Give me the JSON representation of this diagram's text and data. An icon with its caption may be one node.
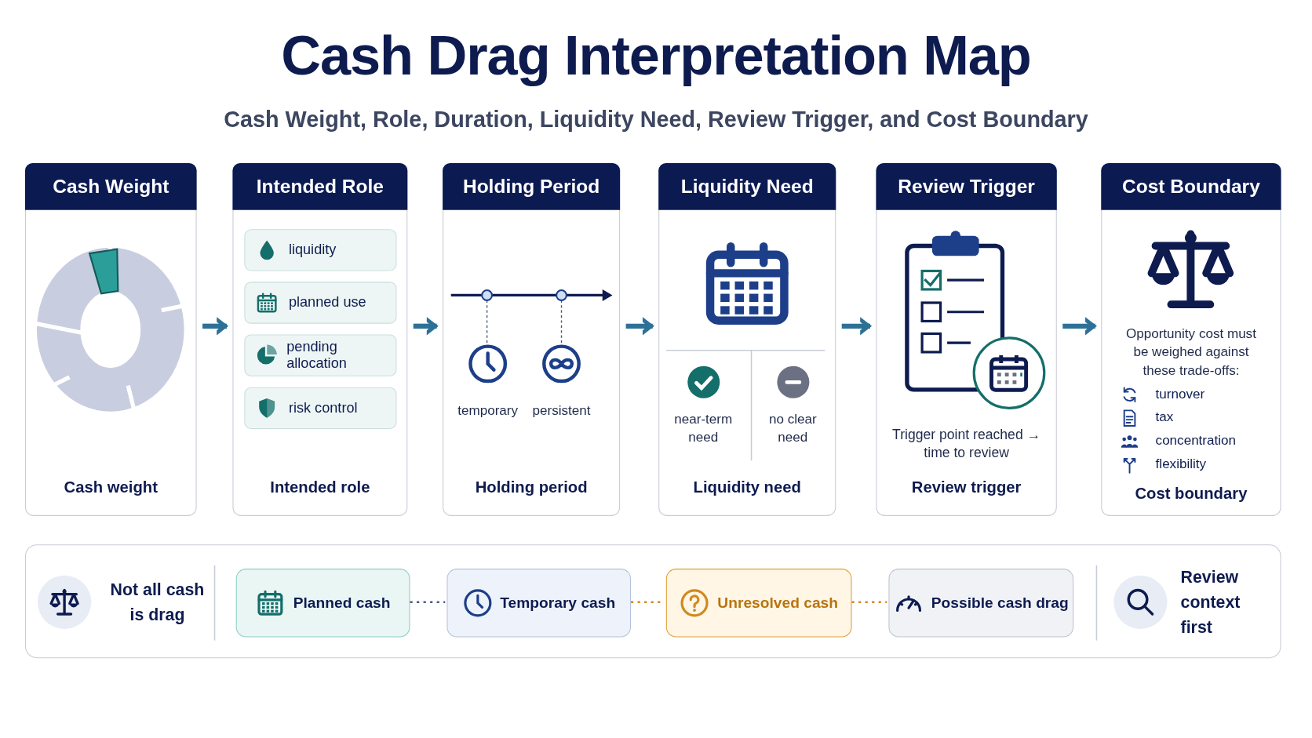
{
  "diagram": {
    "title": "Cash Drag Interpretation Map",
    "nodes": [
      {
        "text": [
          "Cash Weight",
          "Cash weight"
        ]
      },
      {
        "text": [
          "Intended Role",
          "Intended role"
        ]
      },
      {
        "text": [
          "liquidity"
        ],
        "in": 1
      },
      {
        "text": [
          "planned use"
        ],
        "in": 1
      },
      {
        "text": [
          "pending allocation"
        ],
        "in": 1
      },
      {
        "text": [
          "risk control"
        ],
        "in": 1
      },
      {
        "text": [
          "Holding Period",
          "Holding period"
        ]
      },
      {
        "text": [
          "temporary"
        ],
        "in": 6
      },
      {
        "text": [
          "persistent"
        ],
        "in": 6
      },
      {
        "text": [
          "Liquidity Need",
          "Liquidity need"
        ]
      },
      {
        "text": [
          "near-term need"
        ],
        "in": 9
      },
      {
        "text": [
          "no clear need"
        ],
        "in": 9
      },
      {
        "text": [
          "Review Trigger",
          "Trigger point reached → time to review",
          "Review trigger"
        ]
      },
      {
        "text": [
          "Cost Boundary",
          "Opportunity cost must be weighed against these trade-offs:",
          "turnover",
          "tax",
          "concentration",
          "flexibility",
          "Cost boundary"
        ]
      },
      {
        "text": [],
        "shape": "box"
      },
      {
        "text": [
          "Not all cash is drag"
        ],
        "in": 14
      },
      {
        "text": [
          "Planned cash"
        ],
        "in": 14
      },
      {
        "text": [
          "Temporary cash"
        ],
        "in": 14
      },
      {
        "text": [
          "Unresolved cash"
        ],
        "in": 14
      },
      {
        "text": [
          "Possible cash drag"
        ],
        "in": 14
      },
      {
        "text": [
          "Review context first"
        ],
        "in": 14
      }
    ],
    "edges": [
      {
        "from": 0,
        "to": 1,
        "arrow": "to"
      },
      {
        "from": 1,
        "to": 6,
        "arrow": "to"
      },
      {
        "from": 6,
        "to": 9,
        "arrow": "to"
      },
      {
        "from": 9,
        "to": 12,
        "arrow": "to"
      },
      {
        "from": 12,
        "to": 13,
        "arrow": "to"
      },
      {
        "from": 16,
        "to": 17,
        "arrow": "none",
        "style": "dashed",
        "color": "#4a5a80"
      },
      {
        "from": 17,
        "to": 18,
        "arrow": "none",
        "style": "dashed",
        "color": "#d08a1e"
      },
      {
        "from": 18,
        "to": 19,
        "arrow": "none",
        "style": "dashed",
        "color": "#d08a1e"
      }
    ],
    "labels": [
      "Cash Weight, Role, Duration, Liquidity Need, Review Trigger, and Cost Boundary"
    ]
  }
}
